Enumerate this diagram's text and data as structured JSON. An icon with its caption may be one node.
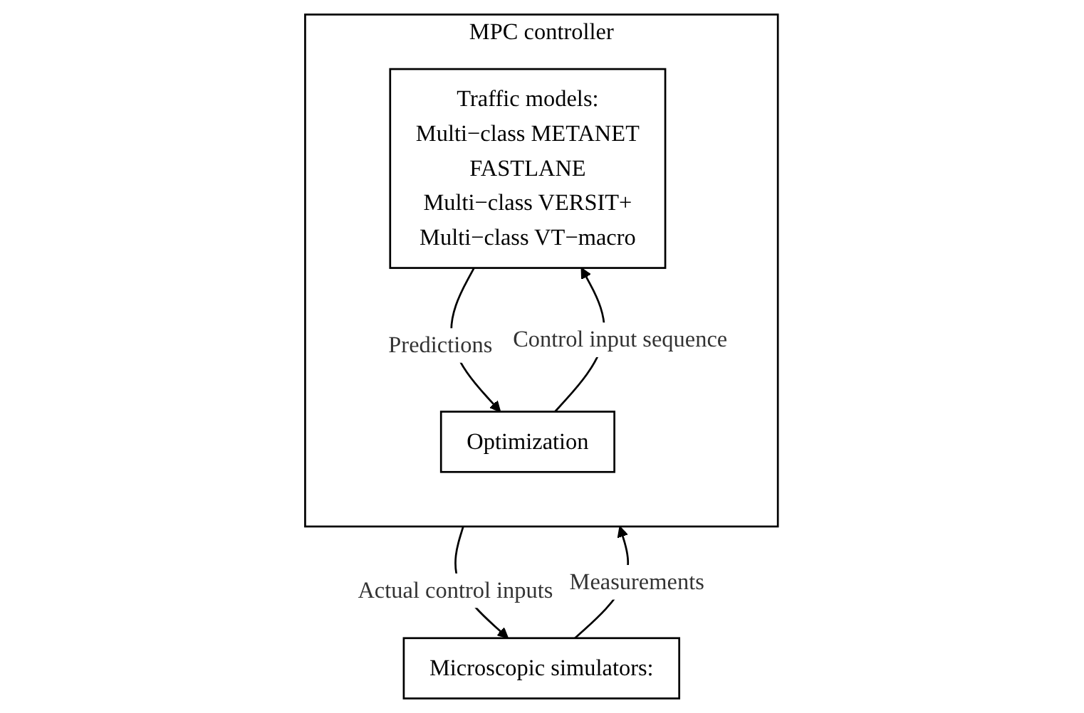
{
  "diagram": {
    "nodes": [
      {
        "text": [
          "Microscopic simulators:"
        ]
      },
      {
        "text": [
          "MPC controller"
        ]
      },
      {
        "text": [
          "Traffic models:",
          "Multi−class METANET",
          "FASTLANE",
          "Multi−class VERSIT+",
          "Multi−class VT−macro"
        ],
        "in": 1
      },
      {
        "text": [
          "Optimization"
        ],
        "in": 1
      }
    ],
    "edges": [
      {
        "from": 1,
        "to": 0,
        "arrow": "to",
        "label": "Actual control inputs"
      },
      {
        "from": 0,
        "to": 1,
        "arrow": "to",
        "label": "Measurements"
      },
      {
        "from": 2,
        "to": 3,
        "arrow": "to",
        "label": "Predictions"
      },
      {
        "from": 3,
        "to": 2,
        "arrow": "to",
        "label": "Control input sequence"
      }
    ]
  }
}
